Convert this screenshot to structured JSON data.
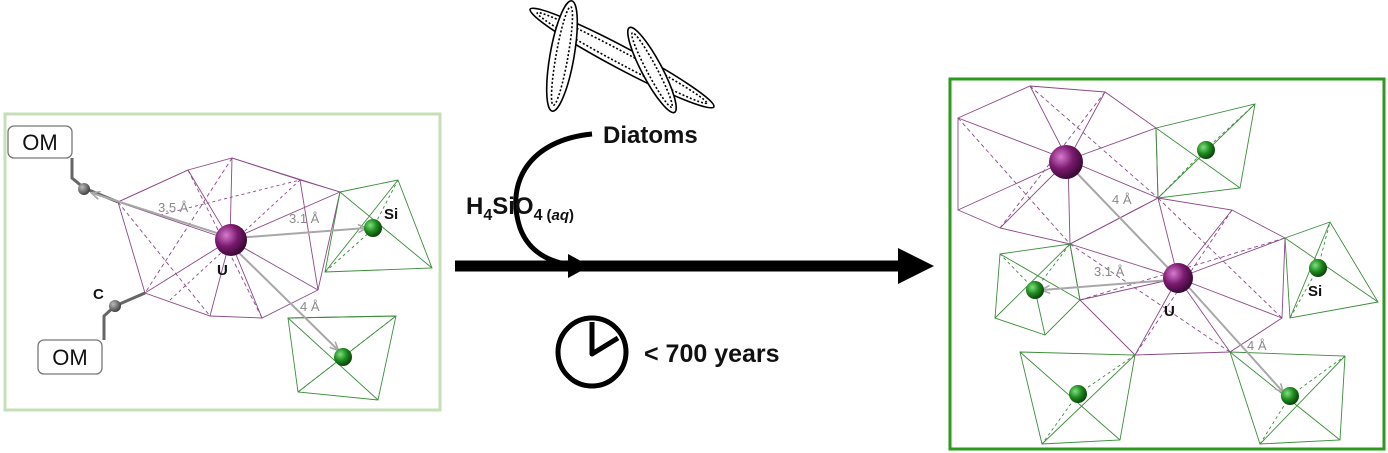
{
  "labels": {
    "om_top": "OM",
    "om_bottom": "OM",
    "carbon": "C",
    "uranium_left": "U",
    "silicon_left": "Si",
    "uranium_right": "U",
    "silicon_right": "Si",
    "diatoms": "Diatoms",
    "reagent_main": "H",
    "reagent_sub4a": "4",
    "reagent_mid": "SiO",
    "reagent_sub4b": "4",
    "reagent_phase_open": "(",
    "reagent_phase": "aq",
    "reagent_phase_close": ")",
    "time": "< 700 years"
  },
  "distances": {
    "left_u_om": "3.5 Å",
    "left_u_si": "3.1 Å",
    "left_u_si_bottom": "4 Å",
    "right_u_u": "4 Å",
    "right_u_si": "3.1 Å",
    "right_u_si_bottom": "4 Å"
  },
  "colors": {
    "left_frame": "#c6dfb6",
    "right_frame": "#2b9a1e",
    "uranium": "#7a1a6e",
    "silicon": "#1f8a1f",
    "u_polyhedron": "#8a4a86",
    "si_polyhedron": "#3c8c3c",
    "arrow": "#000000"
  }
}
